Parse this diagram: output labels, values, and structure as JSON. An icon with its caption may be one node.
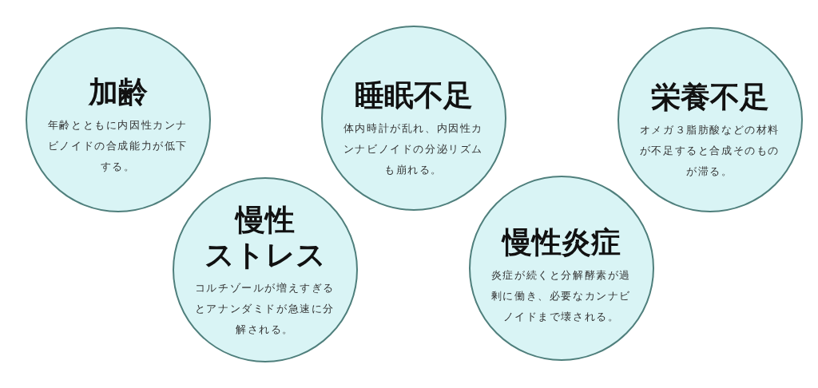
{
  "diagram": {
    "nodes": [
      {
        "text": [
          "加齢",
          "年齢とともに内因性カンナビノイドの合成能力が低下する。"
        ]
      },
      {
        "text": [
          "睡眠不足",
          "体内時計が乱れ、内因性カンナビノイドの分泌リズムも崩れる。"
        ]
      },
      {
        "text": [
          "栄養不足",
          "オメガ３脂肪酸などの材料が不足すると合成そのものが滞る。"
        ]
      },
      {
        "text": [
          "慢性ストレス",
          "コルチゾールが増えすぎるとアナンダミドが急速に分解される。"
        ]
      },
      {
        "text": [
          "慢性炎症",
          "炎症が続くと分解酵素が過剰に働き、必要なカンナビノイドまで壊される。"
        ]
      }
    ]
  }
}
